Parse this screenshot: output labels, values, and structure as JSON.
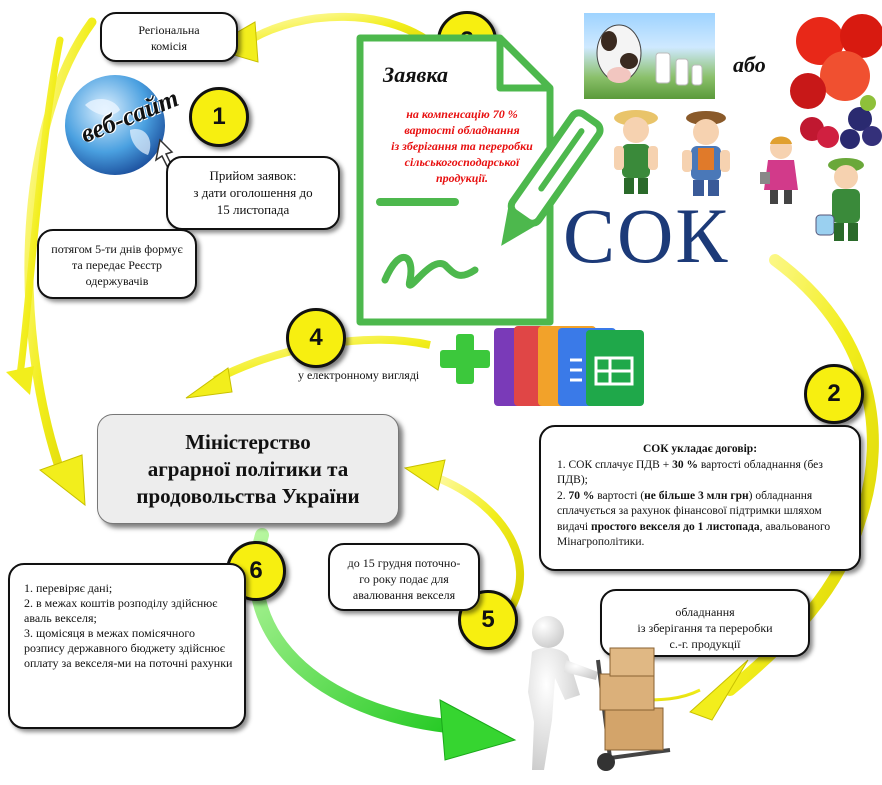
{
  "steps": {
    "one": "1",
    "two": "2",
    "three": "3",
    "four": "4",
    "five": "5",
    "six": "6"
  },
  "web": {
    "logo_text": "веб-сайт"
  },
  "regional": {
    "line1": "Регіональна",
    "line2": "комісія"
  },
  "reception": {
    "line1": "Прийом заявок:",
    "line2": "з дати оголошення до",
    "line3": "15 листопада"
  },
  "registry": {
    "line1": "потягом 5-ти днів формує",
    "line2": "та передає Реєстр",
    "line3": "одержувачів"
  },
  "application": {
    "title": "Заявка",
    "line1": "на компенсацію 70 %",
    "line2": "вартості обладнання",
    "line3": "із зберігання та переробки",
    "line4": "сільськогосподарської",
    "line5": "продукції."
  },
  "or_text": "або",
  "sok_label": "СОК",
  "electronic": "у електронному вигляді",
  "ministry": {
    "line1": "Міністерство",
    "line2": "аграрної політики та",
    "line3": "продовольства України"
  },
  "contract": {
    "title": "СОК укладає договір:",
    "item1_a": "1.      СОК сплачує ПДВ + ",
    "item1_b": "30 %",
    "item1_c": " вартості обладнання (без ПДВ);",
    "item2_a": "2.      ",
    "item2_b": "70 %",
    "item2_c": " вартості (",
    "item2_d": "не більше 3 млн грн",
    "item2_e": ") обладнання сплачується за рахунок фінансової підтримки шляхом видачі ",
    "item2_f": "простого векселя до 1 листопада",
    "item2_g": ", авальованого Мінагрополітики."
  },
  "bill_note": {
    "line1": "до 15 грудня поточно-",
    "line2": "го року подає для",
    "line3": "авалювання векселя"
  },
  "equipment": {
    "line1": "обладнання",
    "line2": "із зберігання та переробки",
    "line3": "с.-г. продукції"
  },
  "ministry_actions": {
    "item1": "1.    перевіряє дані;",
    "item2": "2.   в межах коштів розподілу здійснює аваль векселя;",
    "item3": "3.   щомісяця в межах помісячного розпису державного бюджету здійснює оплату за векселя-ми на поточні рахунки"
  },
  "colors": {
    "arrow_yellow": "#f2ee1c",
    "arrow_green": "#3fd83a",
    "sok_blue": "#1c3a78",
    "red_text": "#e81010",
    "number_badge": "#f7ef10"
  }
}
